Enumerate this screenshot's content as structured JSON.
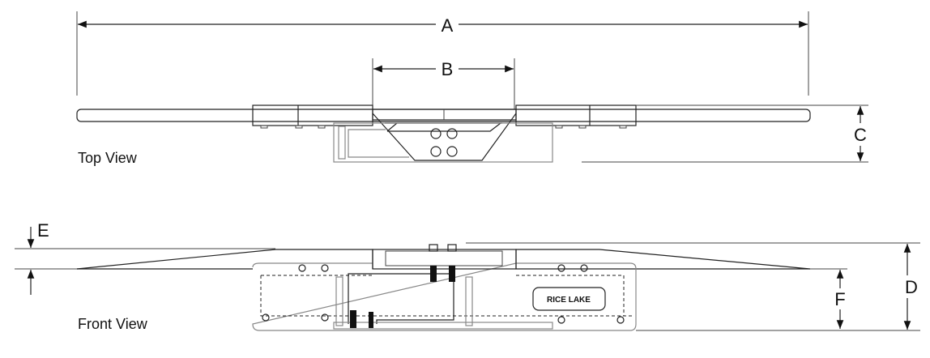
{
  "dimensions": {
    "a": "A",
    "b": "B",
    "c": "C",
    "d": "D",
    "e": "E",
    "f": "F"
  },
  "views": {
    "top": "Top View",
    "front": "Front View"
  },
  "logo": "RICE LAKE"
}
